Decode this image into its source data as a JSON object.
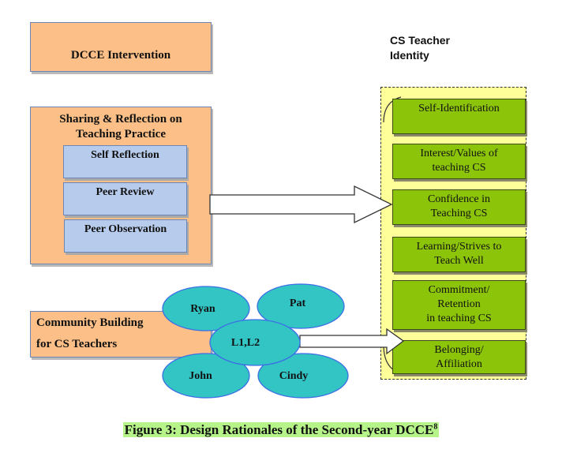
{
  "intervention": {
    "title": "DCCE Intervention",
    "sharing_box": {
      "title_line1": "Sharing & Reflection on",
      "title_line2": "Teaching Practice",
      "items": [
        "Self Reflection",
        "Peer Review",
        "Peer Observation"
      ]
    },
    "community_box": {
      "line1": "Community Building",
      "line2": "for CS Teachers"
    },
    "community_members": [
      "Ryan",
      "Pat",
      "L1,L2",
      "John",
      "Cindy"
    ]
  },
  "identity": {
    "title_line1": "CS Teacher",
    "title_line2": "Identity",
    "items": [
      {
        "lines": [
          "Self-Identification"
        ]
      },
      {
        "lines": [
          "Interest/Values of",
          "teaching CS"
        ]
      },
      {
        "lines": [
          "Confidence in",
          "Teaching CS"
        ]
      },
      {
        "lines": [
          "Learning/Strives to",
          "Teach Well"
        ]
      },
      {
        "lines": [
          "Commitment/",
          "Retention",
          "in teaching CS"
        ]
      },
      {
        "lines": [
          "Belonging/",
          "Affiliation"
        ]
      }
    ]
  },
  "caption": {
    "text": "Figure 3: Design Rationales of the Second-year DCCE",
    "superscript": "8"
  },
  "colors": {
    "intervention_fill": "#fbbf87",
    "practice_fill": "#b7cbec",
    "identity_fill": "#8cc40a",
    "identity_container": "#ffff99",
    "member_fill": "#33c4c4",
    "caption_highlight": "#b6f48a"
  }
}
